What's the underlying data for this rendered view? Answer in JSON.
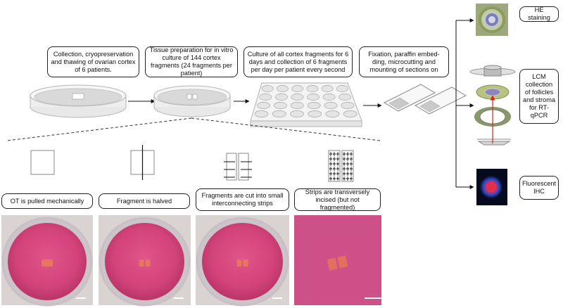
{
  "top_steps": [
    "Collection, cryopreservation and thawing of ovarian cortex of 6 patients.",
    "Tissue preparation for in vitro culture of 144 cortex fragments (24 fragments per patient)",
    "Culture of all cortex fragments for 6 days and collection of 6 fragments per day per patient every second",
    "Fixation, paraffin embed- ding, microcutting and mounting of sections on"
  ],
  "analyses": {
    "he": "HE staining",
    "lcm": "LCM collection of follicles and stroma for RT-qPCR",
    "ihc": "Fluorescent IHC"
  },
  "bottom_steps": [
    "OT is pulled mechanically",
    "Fragment is halved",
    "Fragments are cut into small interconnecting strips",
    "Strips are transversely incised (but not fragmented)"
  ],
  "colors": {
    "dish_pink": "#d8457d",
    "dish_rim": "#c9bfc6",
    "tissue": "#e8755f",
    "he_green": "#a8b56a",
    "ihc_red": "#d0284a",
    "ihc_blue": "#2846c8",
    "arrow_red": "#e02020"
  }
}
